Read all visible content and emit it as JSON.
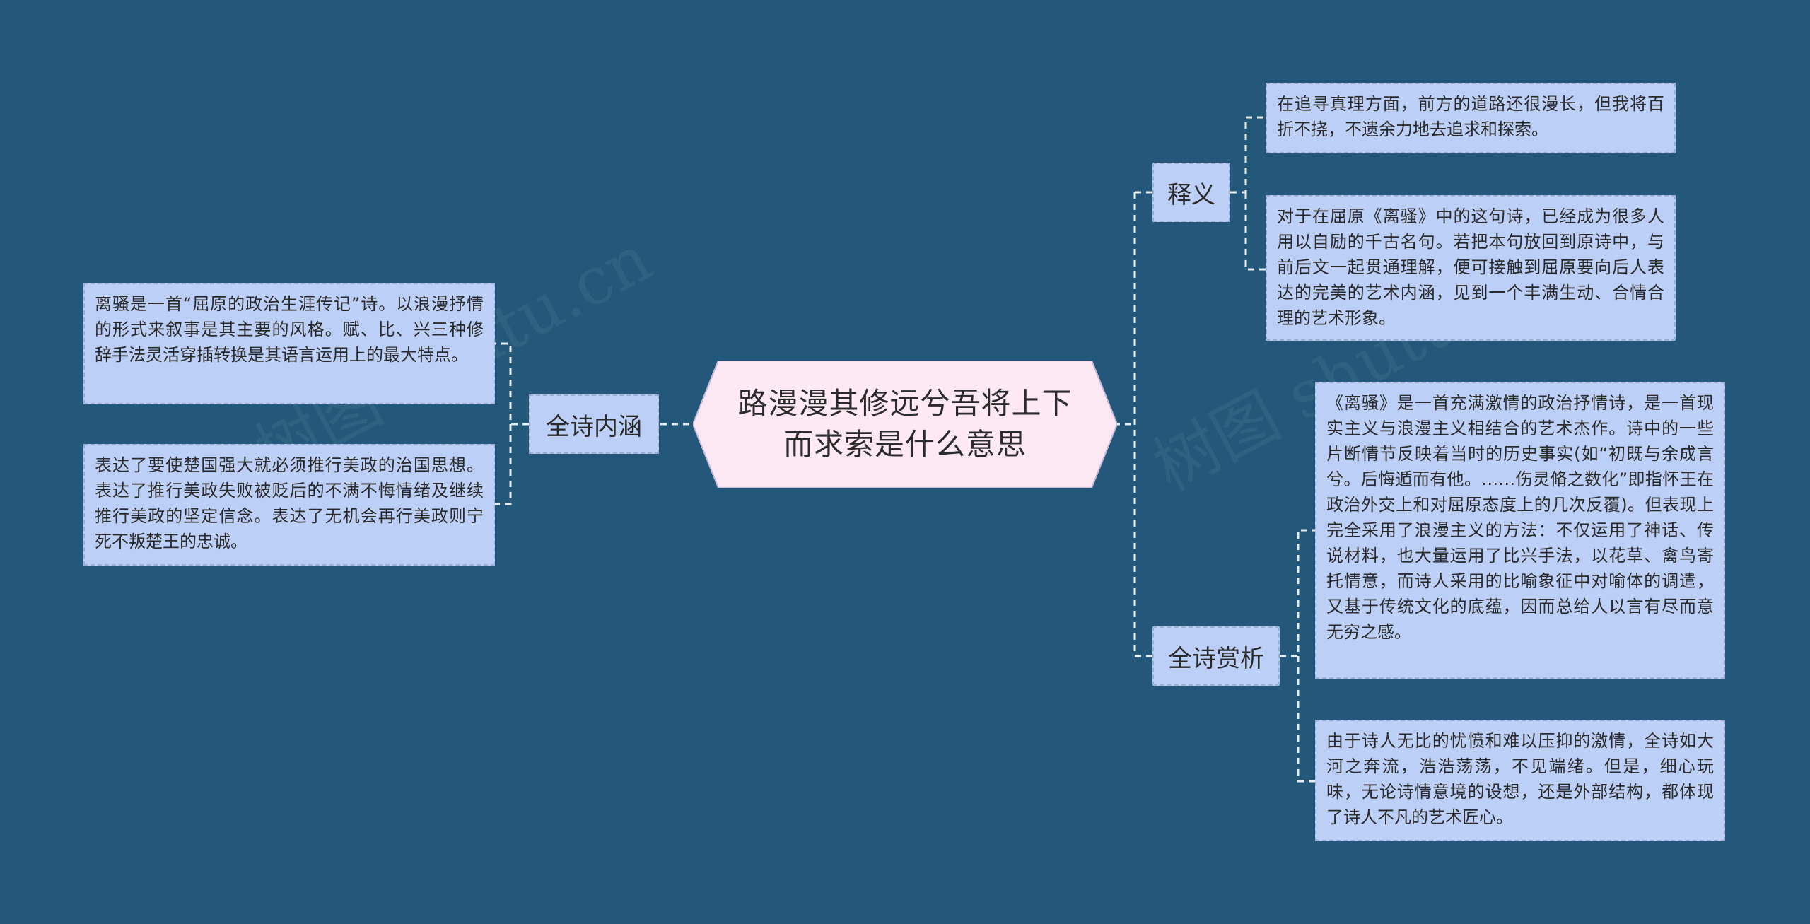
{
  "root": {
    "title": "路漫漫其修远兮吾将上下而求索是什么意思"
  },
  "branches": {
    "left": {
      "label": "全诗内涵",
      "leaves": [
        "离骚是一首“屈原的政治生涯传记”诗。以浪漫抒情的形式来叙事是其主要的风格。赋、比、兴三种修辞手法灵活穿插转换是其语言运用上的最大特点。",
        "表达了要使楚国强大就必须推行美政的治国思想。表达了推行美政失败被贬后的不满不悔情绪及继续推行美政的坚定信念。表达了无机会再行美政则宁死不叛楚王的忠诚。"
      ]
    },
    "right_top": {
      "label": "释义",
      "leaves": [
        "在追寻真理方面，前方的道路还很漫长，但我将百折不挠，不遗余力地去追求和探索。",
        "对于在屈原《离骚》中的这句诗，已经成为很多人用以自励的千古名句。若把本句放回到原诗中，与前后文一起贯通理解，便可接触到屈原要向后人表达的完美的艺术内涵，见到一个丰满生动、合情合理的艺术形象。"
      ]
    },
    "right_bottom": {
      "label": "全诗赏析",
      "leaves": [
        "《离骚》是一首充满激情的政治抒情诗，是一首现实主义与浪漫主义相结合的艺术杰作。诗中的一些片断情节反映着当时的历史事实(如“初既与余成言兮。后悔遁而有他。……伤灵脩之数化”即指怀王在政治外交上和对屈原态度上的几次反覆)。但表现上完全采用了浪漫主义的方法：不仅运用了神话、传说材料，也大量运用了比兴手法，以花草、禽鸟寄托情意，而诗人采用的比喻象征中对喻体的调遣，又基于传统文化的底蕴，因而总给人以言有尽而意无穷之感。",
        "由于诗人无比的忧愤和难以压抑的激情，全诗如大河之奔流，浩浩荡荡，不见端绪。但是，细心玩味，无论诗情意境的设想，还是外部结构，都体现了诗人不凡的艺术匠心。"
      ]
    }
  },
  "watermarks": [
    "树图 shutu.cn",
    "树图 shutu.cn"
  ],
  "colors": {
    "background": "#23587a",
    "root_fill": "#fde8f3",
    "node_fill": "#bcd0f7",
    "connector": "#e6eef8"
  }
}
